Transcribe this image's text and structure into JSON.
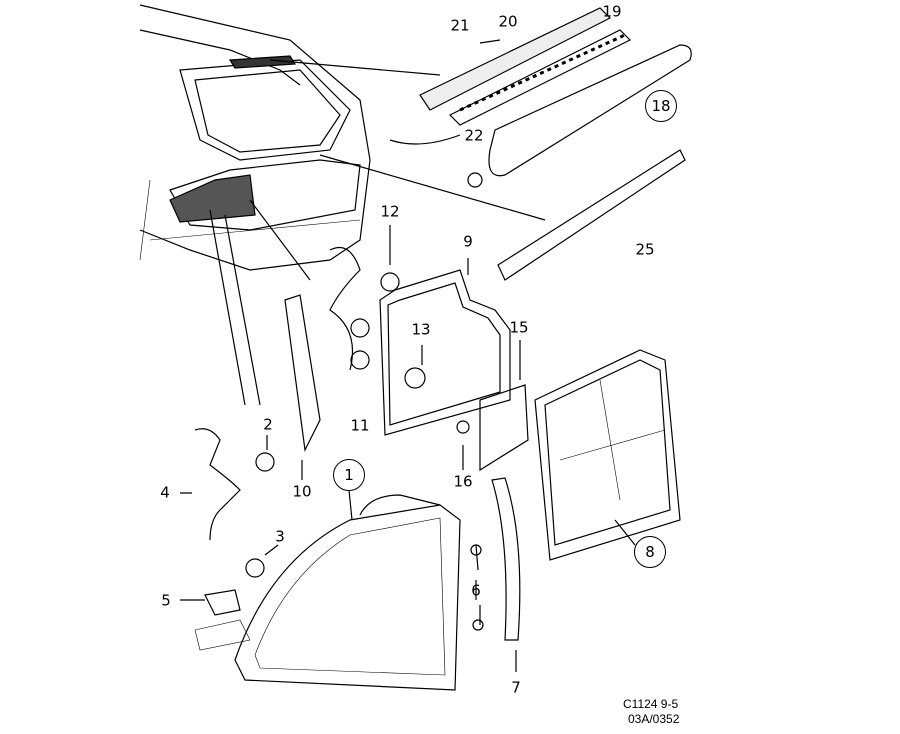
{
  "callouts": {
    "p1": "1",
    "p2": "2",
    "p3": "3",
    "p4": "4",
    "p5": "5",
    "p6": "6",
    "p7": "7",
    "p8": "8",
    "p9": "9",
    "p10": "10",
    "p11": "11",
    "p12": "12",
    "p13": "13",
    "p15": "15",
    "p16": "16",
    "p18": "18",
    "p19": "19",
    "p20": "20",
    "p21": "21",
    "p22": "22",
    "p25": "25"
  },
  "drawing_code": {
    "line1": "C1124 9-5",
    "line2": "03A/0352"
  }
}
